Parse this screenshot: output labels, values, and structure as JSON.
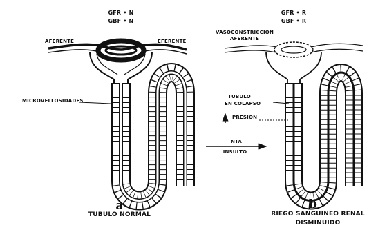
{
  "panel_a": {
    "gfr": "GFR • N",
    "gbf": "GBF • N",
    "aferente": "AFERENTE",
    "eferente": "EFERENTE",
    "microvellosidades": "MICROVELLOSIDADES",
    "letter": "a",
    "caption": "TUBULO NORMAL"
  },
  "panel_b": {
    "gfr": "GFR • R",
    "gbf": "GBF • R",
    "vasoconstriccion": "VASOCONSTRICCION",
    "aferente": "AFERENTE",
    "tubulo": "TUBULO",
    "colapso": "EN COLAPSO",
    "presion": "PRESION",
    "letter": "b",
    "caption_line1": "RIEGO SANGUINEO RENAL",
    "caption_line2": "DISMINUIDO"
  },
  "transition": {
    "top": "NTA",
    "bottom": "INSULTO"
  }
}
